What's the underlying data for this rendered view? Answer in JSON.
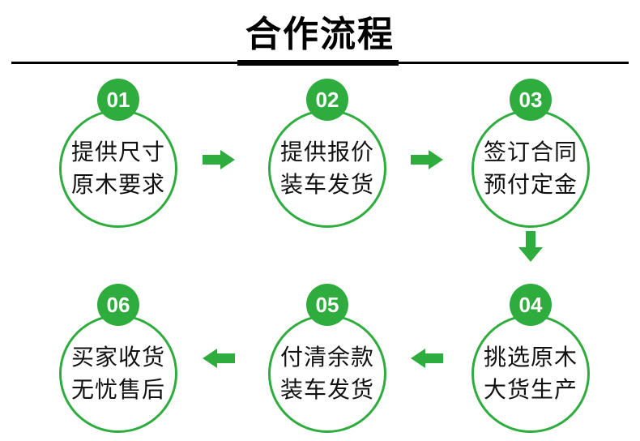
{
  "theme": {
    "green": "#2EAC3E",
    "ink": "#111111",
    "background": "#ffffff",
    "divider": "#000000"
  },
  "header": {
    "title": "合作流程"
  },
  "steps": [
    {
      "number": "01",
      "line1": "提供尺寸",
      "line2": "原木要求"
    },
    {
      "number": "02",
      "line1": "提供报价",
      "line2": "装车发货"
    },
    {
      "number": "03",
      "line1": "签订合同",
      "line2": "预付定金"
    },
    {
      "number": "04",
      "line1": "挑选原木",
      "line2": "大货生产"
    },
    {
      "number": "05",
      "line1": "付清余款",
      "line2": "装车发货"
    },
    {
      "number": "06",
      "line1": "买家收货",
      "line2": "无忧售后"
    }
  ],
  "flow": {
    "arrows": [
      {
        "from": "01",
        "to": "02",
        "direction": "right"
      },
      {
        "from": "02",
        "to": "03",
        "direction": "right"
      },
      {
        "from": "03",
        "to": "04",
        "direction": "down"
      },
      {
        "from": "04",
        "to": "05",
        "direction": "left"
      },
      {
        "from": "05",
        "to": "06",
        "direction": "left"
      }
    ]
  }
}
